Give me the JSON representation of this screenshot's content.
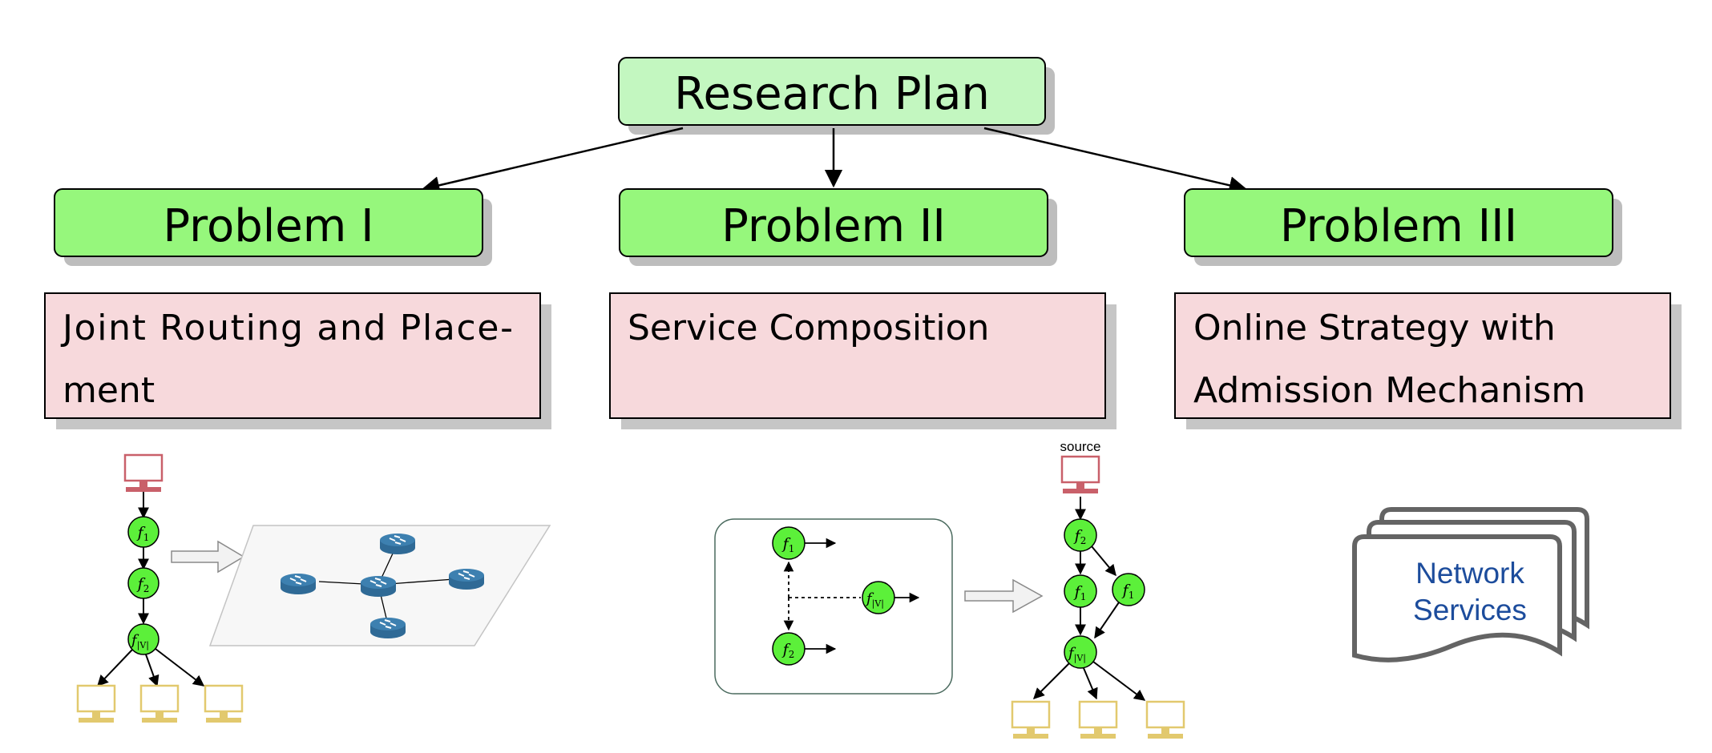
{
  "title": "Research Plan",
  "problems": [
    {
      "label": "Problem I",
      "description": [
        "Joint Routing and Place-",
        "ment"
      ]
    },
    {
      "label": "Problem II",
      "description": [
        "Service Composition"
      ]
    },
    {
      "label": "Problem III",
      "description": [
        "Online Strategy with",
        "Admission Mechanism"
      ]
    }
  ],
  "illustrations": {
    "chain_functions": [
      "f",
      "1",
      "f",
      "2",
      "f",
      "|V|"
    ],
    "composition_functions": [
      "f",
      "1",
      "f",
      "|V|",
      "f",
      "2"
    ],
    "graph_source_label": "source",
    "graph_functions": [
      "f",
      "2",
      "f",
      "1",
      "f",
      "1",
      "f",
      "|V|"
    ],
    "network_services": [
      "Network",
      "Services"
    ]
  },
  "colors": {
    "root_fill": "#c3f7c0",
    "problem_fill": "#96f77c",
    "description_fill": "#f7d9dc",
    "function_node": "#5cf03a",
    "router": "#2f6a96",
    "source_pc": "#c9606a",
    "sink_pc": "#e2c96e",
    "ns_text": "#1c4c9c"
  }
}
